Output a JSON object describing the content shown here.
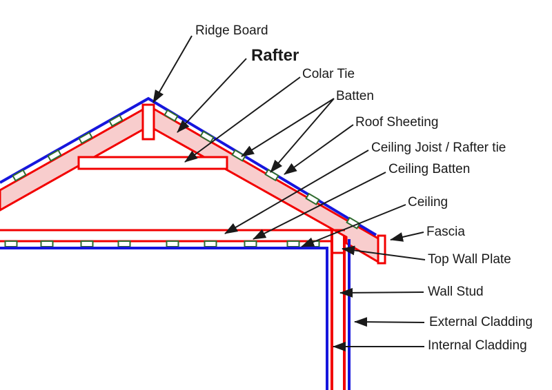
{
  "diagram_labels": [
    {
      "id": "ridge-board",
      "text": "Ridge Board"
    },
    {
      "id": "rafter",
      "text": "Rafter"
    },
    {
      "id": "colar-tie",
      "text": "Colar Tie"
    },
    {
      "id": "batten",
      "text": "Batten"
    },
    {
      "id": "roof-sheeting",
      "text": "Roof Sheeting"
    },
    {
      "id": "ceiling-joist",
      "text": "Ceiling Joist / Rafter tie"
    },
    {
      "id": "ceiling-batten",
      "text": "Ceiling Batten"
    },
    {
      "id": "ceiling",
      "text": "Ceiling"
    },
    {
      "id": "fascia",
      "text": "Fascia"
    },
    {
      "id": "top-wall-plate",
      "text": "Top Wall Plate"
    },
    {
      "id": "wall-stud",
      "text": "Wall Stud"
    },
    {
      "id": "external-cladding",
      "text": "External Cladding"
    },
    {
      "id": "internal-cladding",
      "text": "Internal Cladding"
    }
  ],
  "colors": {
    "structure_red": "#f20000",
    "rafter_fill_pink": "#f8cdcd",
    "sheeting_blue": "#1616dd",
    "batten_green": "#2f6b2f",
    "leader_black": "#1a1a1a",
    "background": "#ffffff"
  }
}
